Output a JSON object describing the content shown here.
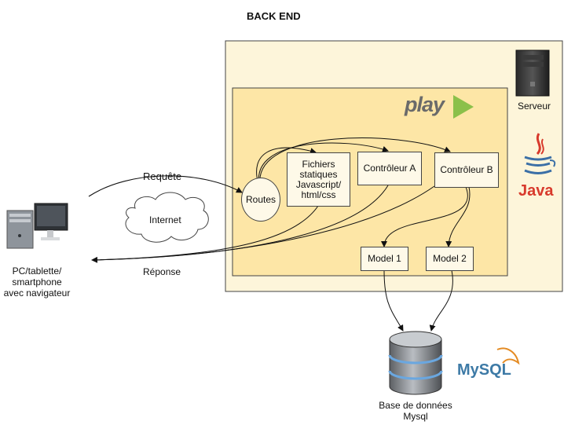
{
  "title": "BACK END",
  "client": {
    "label_lines": [
      "PC/tablette/",
      "smartphone",
      "avec navigateur"
    ]
  },
  "server": {
    "label": "Serveur",
    "java_label": "Java"
  },
  "play": {
    "logo_text": "play"
  },
  "nodes": {
    "routes": "Routes",
    "static_files": [
      "Fichiers",
      "statiques",
      "Javascript/",
      "html/css"
    ],
    "controller_a": "Contrôleur A",
    "controller_b": "Contrôleur B",
    "model_1": "Model 1",
    "model_2": "Model 2"
  },
  "internet": "Internet",
  "request": "Requête",
  "response": "Réponse",
  "database": {
    "label_lines": [
      "Base de données",
      "Mysql"
    ],
    "mysql_logo_text": "MySQL"
  },
  "colors": {
    "outer_panel": "#fdf5da",
    "inner_panel": "#fde6a6",
    "box_fill": "#fef9e8",
    "play_green": "#8bc04a",
    "java_red": "#d83a2c",
    "mysql_blue": "#3d7aa6",
    "mysql_orange": "#e48b24"
  },
  "icons": [
    "computer-icon",
    "server-icon",
    "java-logo-icon",
    "play-logo-icon",
    "cloud-icon",
    "database-icon",
    "mysql-logo-icon"
  ]
}
